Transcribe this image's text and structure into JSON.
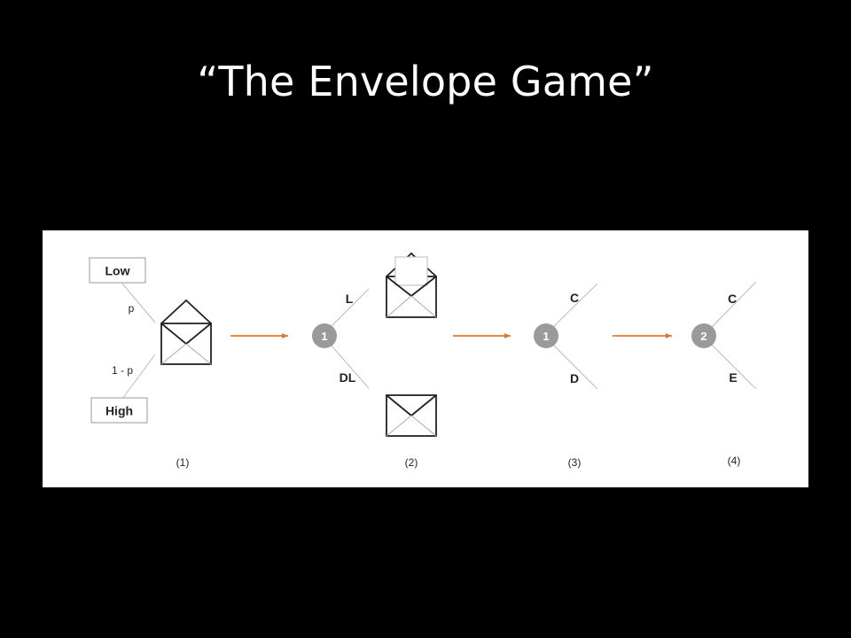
{
  "slide": {
    "title": "“The Envelope Game”"
  },
  "diagram": {
    "accent_color": "#e8742a",
    "node_color": "#9a9a9a",
    "step1": {
      "box_low": "Low",
      "box_high": "High",
      "prob_upper": "p",
      "prob_lower": "1 - p",
      "caption": "(1)"
    },
    "step2": {
      "node_label": "1",
      "branch_upper": "L",
      "branch_lower": "DL",
      "caption": "(2)"
    },
    "step3": {
      "node_label": "1",
      "branch_upper": "C",
      "branch_lower": "D",
      "caption": "(3)"
    },
    "step4": {
      "node_label": "2",
      "branch_upper": "C",
      "branch_lower": "E",
      "caption": "(4)"
    }
  }
}
